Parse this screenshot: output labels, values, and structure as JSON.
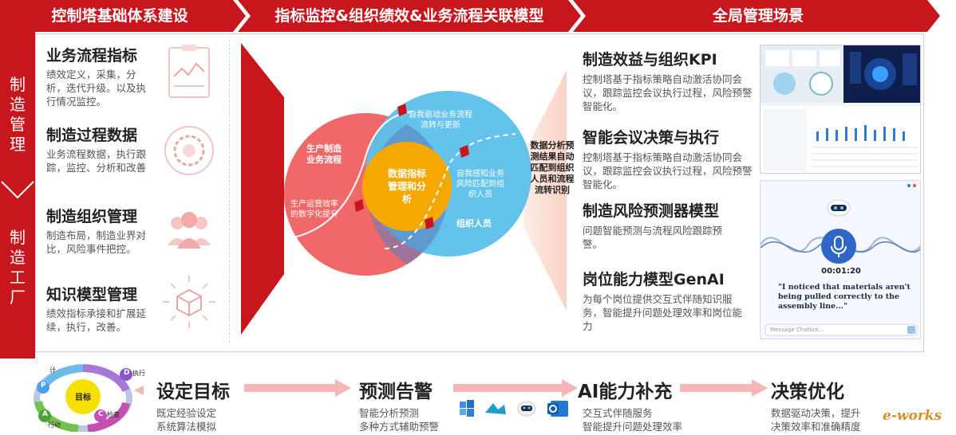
{
  "banner": {
    "section1": "控制塔基础体系建设",
    "section2": "指标监控&组织绩效&业务流程关联模型",
    "section3": "全局管理场景"
  },
  "side": {
    "label_top": [
      "制",
      "造",
      "管",
      "理"
    ],
    "label_bottom": [
      "制",
      "造",
      "工",
      "厂"
    ]
  },
  "left_items": [
    {
      "title": "业务流程指标",
      "desc": "绩效定义，采集，分析，迭代升级。以及执行情况监控。",
      "icon": "clipboard-chart-icon"
    },
    {
      "title": "制造过程数据",
      "desc": "业务流程数据，执行跟踪，监控、分析和改善",
      "icon": "gear-icon"
    },
    {
      "title": "制造组织管理",
      "desc": "制造布局，制造业界对比，风险事件把控。",
      "icon": "people-icon"
    },
    {
      "title": "知识模型管理",
      "desc": "绩效指标承接和扩展延续，执行，改善。",
      "icon": "box-icon"
    }
  ],
  "venn": {
    "left_label": "生产制造\n业务流程",
    "left_sub": "生产运营效率\n的数字化提升",
    "right_top": "自我驱动业务流程\n流转与更新",
    "right_mid": "自我感知业务\n风险匹配到组\n织人员",
    "right_bottom": "组织人员",
    "center": "数据指标\n管理和分\n析"
  },
  "bubble": "数据分析预测结果自动匹配到组织人员和流程流转识别",
  "right_items": [
    {
      "title": "制造效益与组织KPI",
      "desc": "控制塔基于指标策略自动激活协同会议，跟踪监控会议执行过程，风险预警智能化。"
    },
    {
      "title": "智能会议决策与执行",
      "desc": "控制塔基于指标策略自动激活协同会议，跟踪监控会议执行过程，风险预警智能化。"
    },
    {
      "title": "制造风险预测器模型",
      "desc": "问题智能预测与流程风险跟踪预警。"
    },
    {
      "title": "岗位能力模型GenAI",
      "desc": "为每个岗位提供交互式伴随知识服务，智能提升问题处理效率和岗位能力"
    }
  ],
  "chat": {
    "timer": "00:01:20",
    "quote": "\"I noticed that materials aren't being pulled correctly to the assembly line...\"",
    "placeholder": "Message Chatbot..."
  },
  "pdca": {
    "center": "目标",
    "p": "P",
    "p_label": "计",
    "d": "D",
    "d_label": "执行",
    "c": "C",
    "c_label": "检查",
    "a": "A",
    "a_label": "行动"
  },
  "steps": [
    {
      "title": "设定目标",
      "desc1": "既定经验设定",
      "desc2": "系统算法模拟"
    },
    {
      "title": "预测告警",
      "desc1": "智能分析预测",
      "desc2": "多种方式辅助预警"
    },
    {
      "title": "AI能力补充",
      "desc1": "交互式伴随服务",
      "desc2": "智能提升问题处理效率"
    },
    {
      "title": "决策优化",
      "desc1": "数据驱动决策，提升",
      "desc2": "决策效率和准确精度"
    }
  ],
  "logo": "e-works",
  "colors": {
    "red": "#c8161d",
    "pink": "#f06a6a",
    "blue": "#4fb8e6",
    "yellow": "#f5a800"
  }
}
